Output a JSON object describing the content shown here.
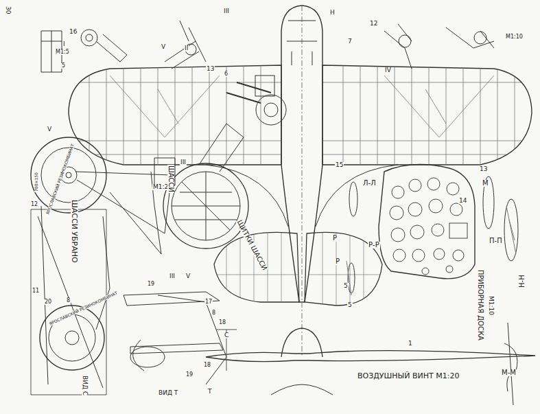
{
  "diagram": {
    "labels": [
      "30",
      "16",
      "I",
      "М1:5",
      "5",
      "V",
      "V",
      "II",
      "13",
      "6",
      "III",
      "Н",
      "7",
      "12",
      "IV",
      "М1:10",
      "15",
      "Л-Л",
      "13",
      "14",
      "М",
      "III",
      "М1:20",
      "ШАССИ",
      "ЩИТКИ ШАССИ",
      "Р",
      "Р",
      "Р-Р",
      "П-П",
      "Н-Н",
      "ПРИБОРНАЯ ДОСКА",
      "М1:10",
      "ШАССИ УБРАНО",
      "12",
      "11",
      "20",
      "8",
      "III",
      "V",
      "19",
      "17",
      "8",
      "18",
      "С",
      "18",
      "19",
      "Т",
      "ВИД Т",
      "ВИД С",
      "ВОЗДУШНЫЙ ВИНТ М1:20",
      "М-М",
      "5",
      "5",
      "1",
      "ЯРОСЛАВСКИЙ РЕЗИНОКОМБИНАТ",
      "700×150",
      "ЯРОСЛАВСКИЙ РЕЗИНОКОМБИНАТ"
    ]
  }
}
